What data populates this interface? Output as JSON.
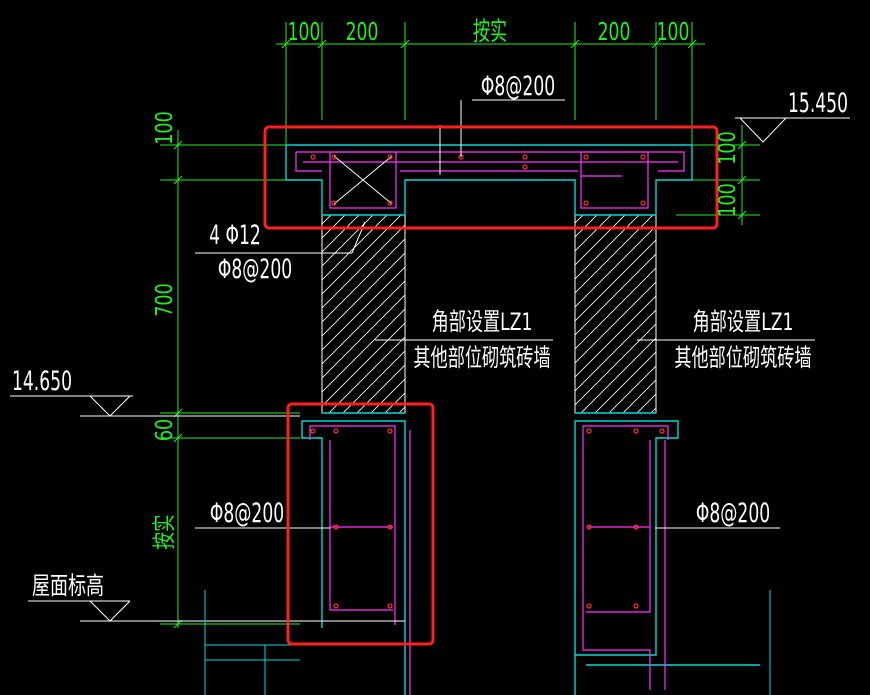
{
  "dimensions": {
    "top": [
      "100",
      "200",
      "按实",
      "200",
      "100"
    ],
    "right_top": "100",
    "right_bottom": "100",
    "left": [
      "100",
      "700",
      "60",
      "按实"
    ]
  },
  "rebar": {
    "top_stirrup": "Φ8@200",
    "main_bars": "4 Φ12",
    "beam_stirrup": "Φ8@200",
    "left_lower_stirrup": "Φ8@200",
    "right_lower_stirrup": "Φ8@200"
  },
  "notes": {
    "left_line1": "角部设置LZ1",
    "left_line2": "其他部位砌筑砖墙",
    "right_line1": "角部设置LZ1",
    "right_line2": "其他部位砌筑砖墙"
  },
  "elevations": {
    "top": "15.450",
    "middle": "14.650",
    "roof": "屋面标高"
  },
  "colors": {
    "background": "#000000",
    "dimension": "#22ee22",
    "concrete_outline": "#00d8d8",
    "rebar": "#ff33ff",
    "text": "#ffffff",
    "highlight": "#ff2020",
    "rebar_dot": "#ff3333"
  }
}
